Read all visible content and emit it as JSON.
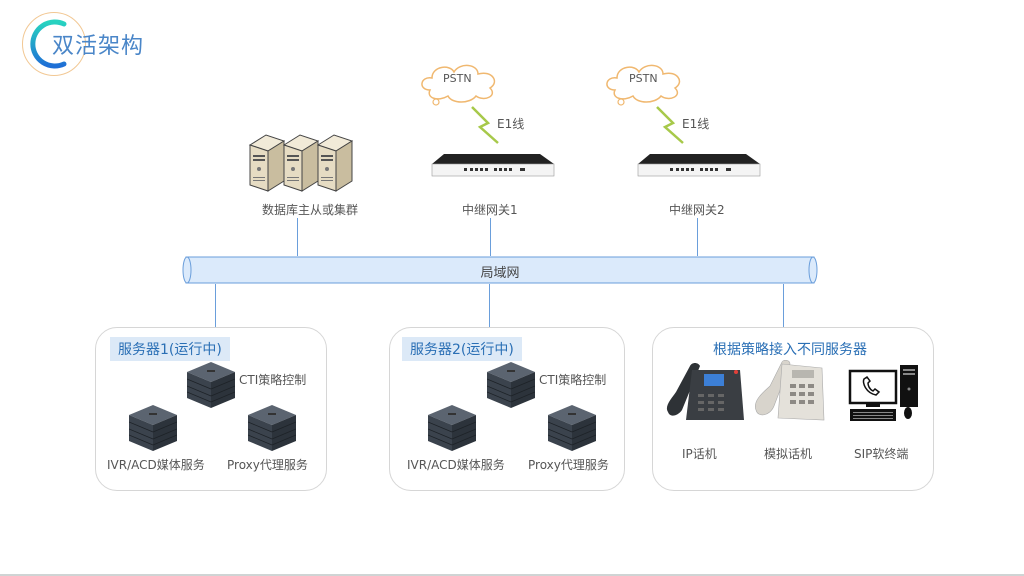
{
  "header": {
    "title": "双活架构"
  },
  "top": {
    "database": {
      "label": "数据库主从或集群",
      "icon": "server-tower-cluster-icon"
    },
    "gateways": [
      {
        "label": "中继网关1",
        "cloud_label": "PSTN",
        "link_label": "E1线",
        "icon": "gateway-device-icon"
      },
      {
        "label": "中继网关2",
        "cloud_label": "PSTN",
        "link_label": "E1线",
        "icon": "gateway-device-icon"
      }
    ]
  },
  "lan": {
    "label": "局域网"
  },
  "servers": [
    {
      "title": "服务器1(运行中)",
      "services": [
        {
          "label": "CTI策略控制",
          "icon": "rack-server-icon"
        },
        {
          "label": "IVR/ACD媒体服务",
          "icon": "rack-server-icon"
        },
        {
          "label": "Proxy代理服务",
          "icon": "rack-server-icon"
        }
      ]
    },
    {
      "title": "服务器2(运行中)",
      "services": [
        {
          "label": "CTI策略控制",
          "icon": "rack-server-icon"
        },
        {
          "label": "IVR/ACD媒体服务",
          "icon": "rack-server-icon"
        },
        {
          "label": "Proxy代理服务",
          "icon": "rack-server-icon"
        }
      ]
    }
  ],
  "endpoints": {
    "title": "根据策略接入不同服务器",
    "items": [
      {
        "label": "IP话机",
        "icon": "ip-phone-icon"
      },
      {
        "label": "模拟话机",
        "icon": "analog-phone-icon"
      },
      {
        "label": "SIP软终端",
        "icon": "softphone-computer-icon"
      }
    ]
  },
  "colors": {
    "accent": "#4a86c8",
    "lan_fill": "#dbeafb",
    "lan_stroke": "#6a9edb",
    "box_title_bg": "#dce9f7"
  }
}
